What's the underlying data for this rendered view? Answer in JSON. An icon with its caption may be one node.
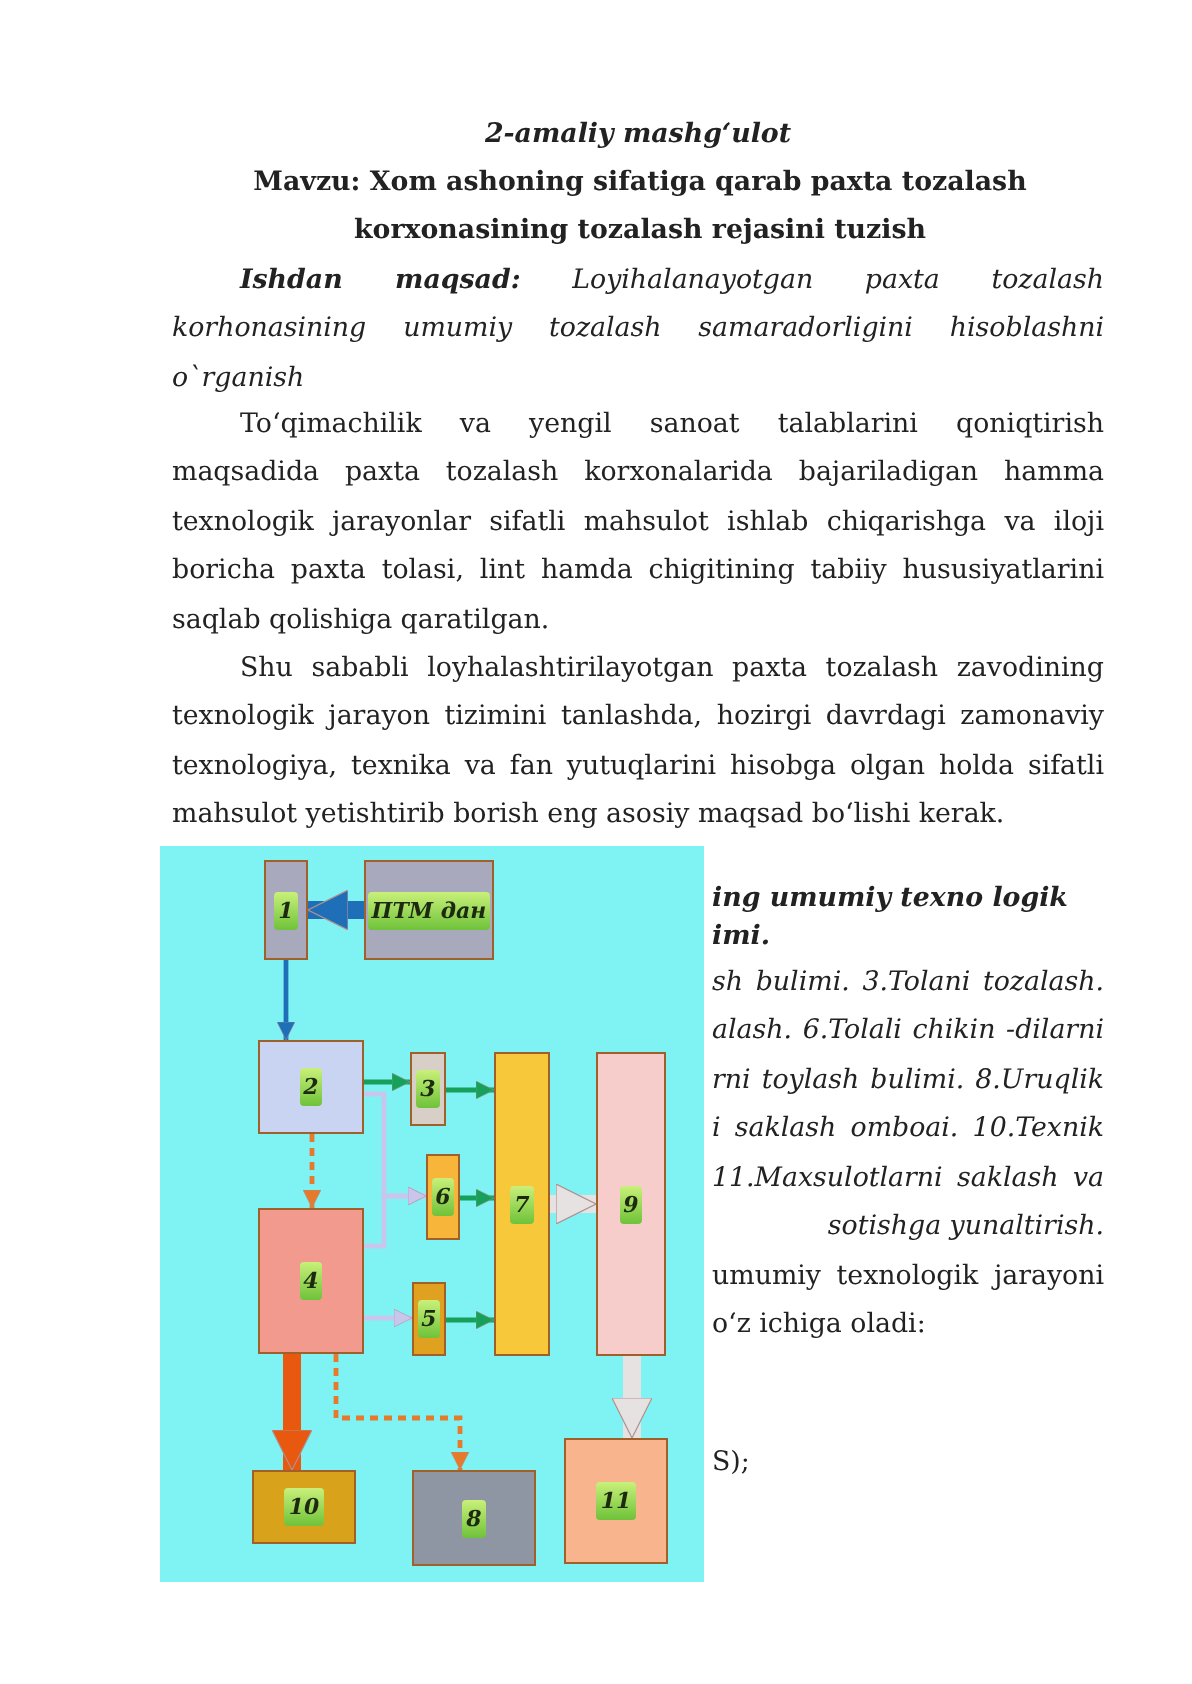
{
  "diagram": {
    "title": "2-amaliy mashg‘ulot",
    "nodes": [
      {
        "text": [
          "1"
        ]
      },
      {
        "text": [
          "ПТМ дан"
        ]
      },
      {
        "text": [
          "2"
        ]
      },
      {
        "text": [
          "3"
        ]
      },
      {
        "text": [
          "7"
        ]
      },
      {
        "text": [
          "9"
        ]
      },
      {
        "text": [
          "6"
        ]
      },
      {
        "text": [
          "4"
        ]
      },
      {
        "text": [
          "5"
        ]
      },
      {
        "text": [
          "10"
        ]
      },
      {
        "text": [
          "8"
        ]
      },
      {
        "text": [
          "11"
        ]
      }
    ],
    "edges": [
      {
        "from": 1,
        "to": 0,
        "arrow": "to",
        "style": "thick",
        "color": "#1f6fb8"
      },
      {
        "from": 0,
        "to": 2,
        "arrow": "to",
        "color": "#1f6fb8"
      },
      {
        "from": 2,
        "to": 3,
        "arrow": "to"
      },
      {
        "from": 3,
        "to": 4,
        "arrow": "to"
      },
      {
        "from": 2,
        "to": 7,
        "arrow": "to",
        "style": "dashed",
        "color": "#e57a2c"
      },
      {
        "from": 2,
        "to": 6,
        "arrow": "to",
        "color": "#c9c6ee"
      },
      {
        "from": 7,
        "to": 6,
        "arrow": "to",
        "color": "#c9c6ee"
      },
      {
        "from": 7,
        "to": 8,
        "arrow": "to",
        "color": "#c9c6ee"
      },
      {
        "from": 6,
        "to": 4,
        "arrow": "to"
      },
      {
        "from": 8,
        "to": 4,
        "arrow": "to"
      },
      {
        "from": 4,
        "to": 5,
        "arrow": "to",
        "style": "thick",
        "color": "#e6e2e2"
      },
      {
        "from": 5,
        "to": 11,
        "arrow": "to",
        "style": "thick",
        "color": "#e6e2e2"
      },
      {
        "from": 7,
        "to": 9,
        "arrow": "to",
        "style": "thick",
        "color": "#e8580f"
      },
      {
        "from": 7,
        "to": 10,
        "arrow": "to",
        "style": "dashed",
        "color": "#e57a2c"
      }
    ],
    "labels": [
      "Mavzu: Xom ashoning sifatiga qarab paxta tozalash korxonasining tozalash rejasini tuzish",
      "**Ishdan maqsad:** Loyihalanayotgan paxta tozalash korhonasining umumiy tozalash samaradorligini hisoblashni o`rganish",
      "To‘qimachilik va yengil sanoat talablarini qoniqtirish maqsadida paxta tozalash korxonalarida bajariladigan hamma texnologik jarayonlar sifatli mahsulot ishlab chiqarishga va iloji boricha paxta tolasi, lint hamda chigitining tabiiy hususiyatlarini saqlab qolishiga qaratilgan.",
      "Shu sababli loyhalashtirilayotgan paxta tozalash zavodining texnologik jarayon tizimini tanlashda, hozirgi davrdagi zamonaviy texnologiya, texnika va fan yutuqlarini hisobga olgan holda sifatli mahsulot yetishtirib borish eng asosiy maqsad bo‘lishi kerak.",
      "ing umumiy texno logik imi.",
      "sh bulimi. 3.Tolani tozalash. alash. 6.Tolali chikin -dilarni rni toylash bulimi. 8.Uruqlik i saklash omboai. 10.Texnik 11.Maxsulotlarni saklash va sotishga yunaltirish.",
      "umumiy texnologik jarayoni o‘z ichiga oladi:",
      "S);"
    ]
  }
}
